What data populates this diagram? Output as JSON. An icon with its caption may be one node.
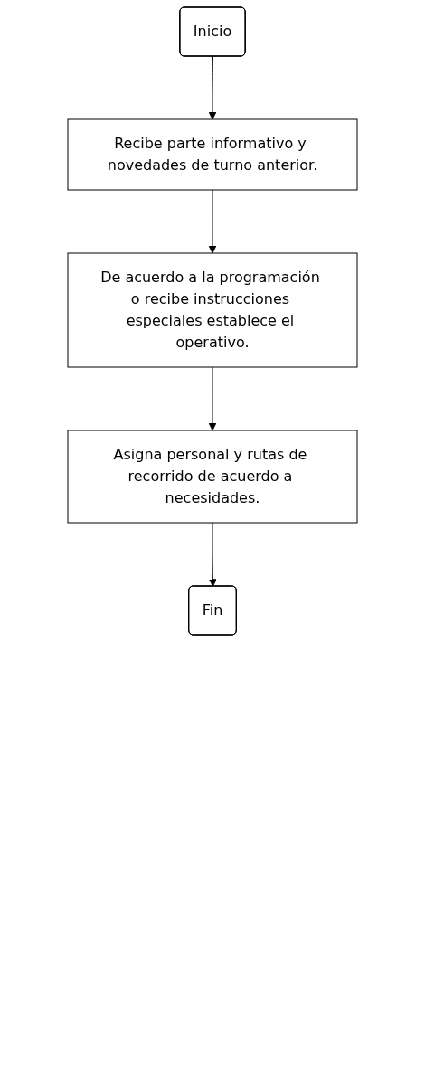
{
  "diagram": {
    "nodes": [
      {
        "text": [
          "Inicio"
        ]
      },
      {
        "text": [
          "Recibe parte informativo y novedades de turno anterior."
        ]
      },
      {
        "text": [
          "De acuerdo a la programación o recibe instrucciones especiales establece el operativo."
        ]
      },
      {
        "text": [
          "Asigna personal y rutas de recorrido de acuerdo a necesidades."
        ]
      },
      {
        "text": [
          "Fin"
        ]
      }
    ],
    "edges": [
      {
        "from": 0,
        "to": 1,
        "arrow": "to"
      },
      {
        "from": 1,
        "to": 2,
        "arrow": "to"
      },
      {
        "from": 2,
        "to": 3,
        "arrow": "to"
      },
      {
        "from": 3,
        "to": 4,
        "arrow": "to"
      }
    ]
  }
}
